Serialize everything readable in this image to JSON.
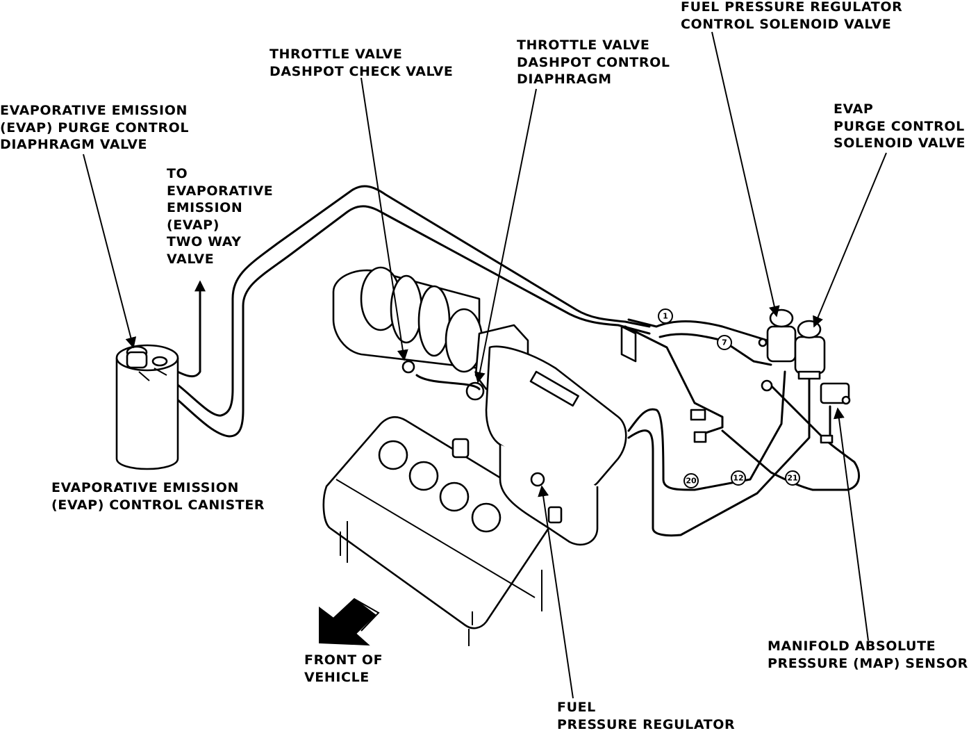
{
  "labels": {
    "evap_purge_diaphragm": [
      "EVAPORATIVE EMISSION",
      "(EVAP) PURGE CONTROL",
      "DIAPHRAGM VALVE"
    ],
    "to_two_way_valve": [
      "TO",
      "EVAPORATIVE",
      "EMISSION",
      "(EVAP)",
      "TWO WAY",
      "VALVE"
    ],
    "dashpot_check_valve": [
      "THROTTLE VALVE",
      "DASHPOT CHECK VALVE"
    ],
    "dashpot_diaphragm": [
      "THROTTLE VALVE",
      "DASHPOT CONTROL",
      "DIAPHRAGM"
    ],
    "fpr_solenoid": [
      "FUEL PRESSURE REGULATOR",
      "CONTROL SOLENOID VALVE"
    ],
    "evap_purge_solenoid": [
      "EVAP",
      "PURGE CONTROL",
      "SOLENOID VALVE"
    ],
    "evap_canister": [
      "EVAPORATIVE EMISSION",
      "(EVAP) CONTROL CANISTER"
    ],
    "front_of_vehicle": [
      "FRONT OF",
      "VEHICLE"
    ],
    "fuel_pressure_regulator": [
      "FUEL",
      "PRESSURE REGULATOR"
    ],
    "map_sensor": [
      "MANIFOLD ABSOLUTE",
      "PRESSURE (MAP) SENSOR"
    ]
  },
  "hose_numbers": [
    "1",
    "7",
    "20",
    "12",
    "21"
  ]
}
